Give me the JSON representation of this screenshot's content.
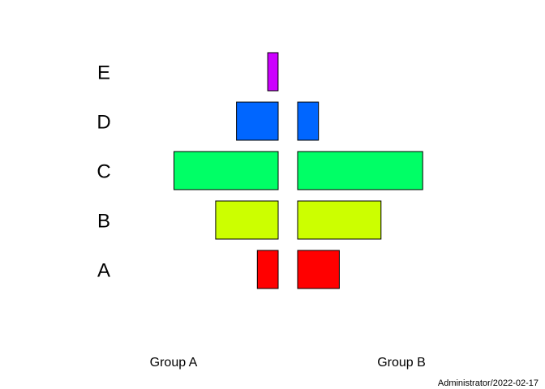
{
  "chart_data": {
    "type": "bar",
    "orientation": "horizontal-back-to-back",
    "categories": [
      "A",
      "B",
      "C",
      "D",
      "E"
    ],
    "series": [
      {
        "name": "Group A",
        "values": [
          2,
          6,
          10,
          4,
          1
        ],
        "direction": "left"
      },
      {
        "name": "Group B",
        "values": [
          4,
          8,
          12,
          2,
          0
        ],
        "direction": "right"
      }
    ],
    "colors": [
      "#FF0000",
      "#CCFF00",
      "#00FF66",
      "#0066FF",
      "#CC00FF"
    ],
    "grid": false,
    "footer": "Administrator/2022-02-17"
  }
}
